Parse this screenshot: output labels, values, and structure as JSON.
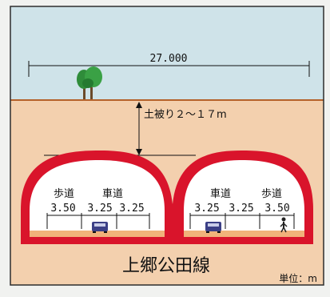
{
  "diagram": {
    "overall_width_label": "27.000",
    "cover_depth_label": "土被り２〜１７m",
    "road_name": "上郷公田線",
    "unit_label": "単位：m",
    "left_tube": {
      "sidewalk_label": "歩道",
      "roadway_label": "車道",
      "sidewalk_width": "3.50",
      "lane1_width": "3.25",
      "lane2_width": "3.25"
    },
    "right_tube": {
      "roadway_label": "車道",
      "sidewalk_label": "歩道",
      "lane1_width": "3.25",
      "lane2_width": "3.25",
      "sidewalk_width": "3.50"
    },
    "icons": [
      "tree-icon",
      "car-icon",
      "pedestrian-icon"
    ]
  },
  "colors": {
    "sky": "#cfe3e9",
    "soil": "#f3d0ae",
    "ground_line": "#b5622a",
    "tunnel_lining": "#d9142b",
    "road_surface": "#f1b27a",
    "tree_green": "#2f8c3a",
    "car": "#3b3f86",
    "border": "#2d2d2d"
  }
}
